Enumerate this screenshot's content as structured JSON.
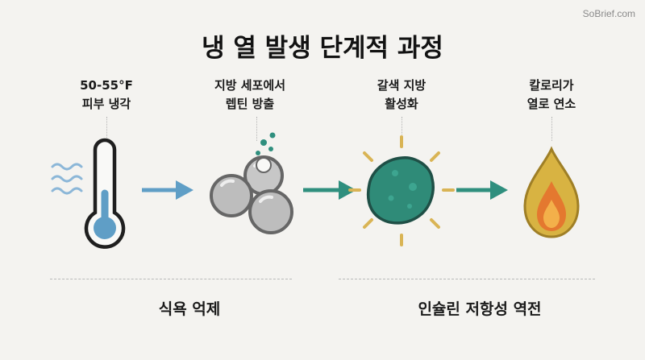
{
  "watermark": "SoBrief.com",
  "title": "냉 열 발생 단계적 과정",
  "steps": [
    {
      "line1": "50-55°F",
      "line2": "피부 냉각",
      "icon": "thermometer-icon"
    },
    {
      "line1": "지방 세포에서",
      "line2": "렙틴 방출",
      "icon": "fat-cells-icon"
    },
    {
      "line1": "갈색 지방",
      "line2": "활성화",
      "icon": "brown-fat-cell-icon"
    },
    {
      "line1": "칼로리가",
      "line2": "열로 연소",
      "icon": "flame-icon"
    }
  ],
  "outcomes": {
    "left": "식욕 억제",
    "right": "인슐린 저항성 역전"
  },
  "colors": {
    "background": "#f4f3f0",
    "blue_accent": "#5f9ec6",
    "teal_accent": "#2f8f7e",
    "brown_fat": "#2f8b78",
    "flame_outer": "#d8b342",
    "flame_inner": "#e4782f",
    "sun_rays": "#d9b455",
    "cell_gray": "#bdbdbd"
  }
}
